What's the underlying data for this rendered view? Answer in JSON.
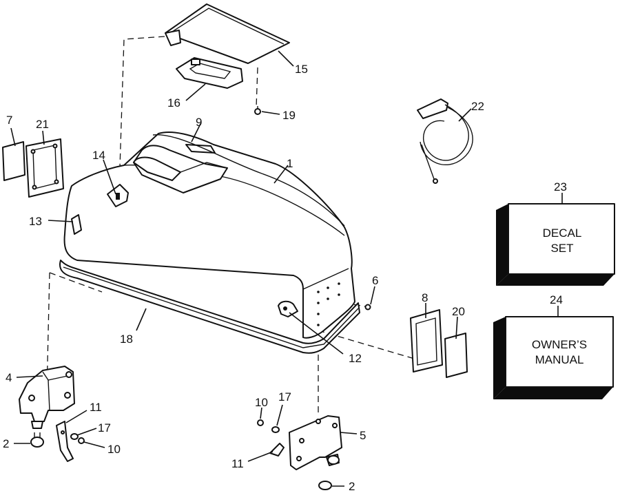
{
  "callouts": {
    "c1": "1",
    "c2a": "2",
    "c2b": "2",
    "c4": "4",
    "c5": "5",
    "c6": "6",
    "c7": "7",
    "c8": "8",
    "c9": "9",
    "c10a": "10",
    "c10b": "10",
    "c11a": "11",
    "c11b": "11",
    "c12": "12",
    "c13": "13",
    "c14": "14",
    "c15": "15",
    "c16": "16",
    "c17a": "17",
    "c17b": "17",
    "c18": "18",
    "c19": "19",
    "c20": "20",
    "c21": "21",
    "c22": "22",
    "c23": "23",
    "c24": "24"
  },
  "decal_box": {
    "line1": "DECAL",
    "line2": "SET"
  },
  "manual_box": {
    "line1": "OWNER’S",
    "line2": "MANUAL"
  }
}
